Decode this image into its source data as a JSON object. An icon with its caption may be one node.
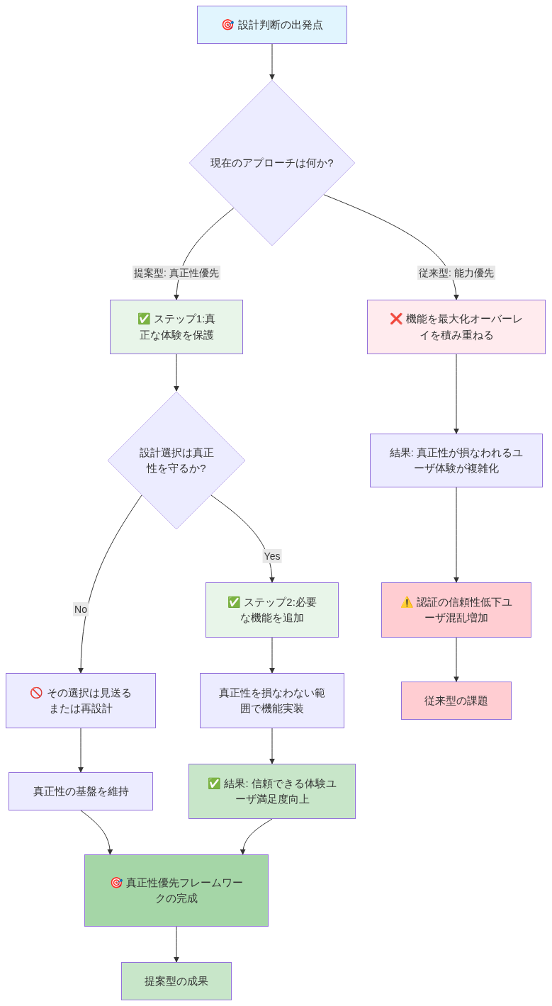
{
  "diagram": {
    "nodes": [
      {
        "text": [
          "🎯 設計判断の出発点"
        ]
      },
      {
        "text": [
          "現在のアプローチは何か?"
        ]
      },
      {
        "text": [
          "✅ ステップ1:真正な体験を保護"
        ]
      },
      {
        "text": [
          "❌ 機能を最大化オーバーレイを積み重ねる"
        ]
      },
      {
        "text": [
          "設計選択は真正性を守るか?"
        ]
      },
      {
        "text": [
          "結果: 真正性が損なわれるユーザ体験が複雑化"
        ]
      },
      {
        "text": [
          "✅ ステップ2:必要な機能を追加"
        ]
      },
      {
        "text": [
          "⚠️ 認証の信頼性低下ユーザ混乱増加"
        ]
      },
      {
        "text": [
          "🚫 その選択は見送るまたは再設計"
        ]
      },
      {
        "text": [
          "真正性を損なわない範囲で機能実装"
        ]
      },
      {
        "text": [
          "従来型の課題"
        ]
      },
      {
        "text": [
          "真正性の基盤を維持"
        ]
      },
      {
        "text": [
          "✅ 結果: 信頼できる体験ユーザ満足度向上"
        ]
      },
      {
        "text": [
          "🎯 真正性優先フレームワークの完成"
        ]
      },
      {
        "text": [
          "提案型の成果"
        ]
      }
    ],
    "edges": [
      {
        "from": 0,
        "to": 1,
        "arrow": "to"
      },
      {
        "from": 1,
        "to": 2,
        "arrow": "to",
        "label": "提案型: 真正性優先"
      },
      {
        "from": 1,
        "to": 3,
        "arrow": "to",
        "label": "従来型: 能力優先"
      },
      {
        "from": 2,
        "to": 4,
        "arrow": "to"
      },
      {
        "from": 4,
        "to": 8,
        "arrow": "to",
        "label": "No"
      },
      {
        "from": 4,
        "to": 6,
        "arrow": "to",
        "label": "Yes"
      },
      {
        "from": 3,
        "to": 5,
        "arrow": "to"
      },
      {
        "from": 5,
        "to": 7,
        "arrow": "to"
      },
      {
        "from": 7,
        "to": 10,
        "arrow": "to"
      },
      {
        "from": 6,
        "to": 9,
        "arrow": "to"
      },
      {
        "from": 8,
        "to": 11,
        "arrow": "to"
      },
      {
        "from": 9,
        "to": 12,
        "arrow": "to"
      },
      {
        "from": 11,
        "to": 13,
        "arrow": "to"
      },
      {
        "from": 12,
        "to": 13,
        "arrow": "to"
      },
      {
        "from": 13,
        "to": 14,
        "arrow": "to"
      }
    ]
  }
}
